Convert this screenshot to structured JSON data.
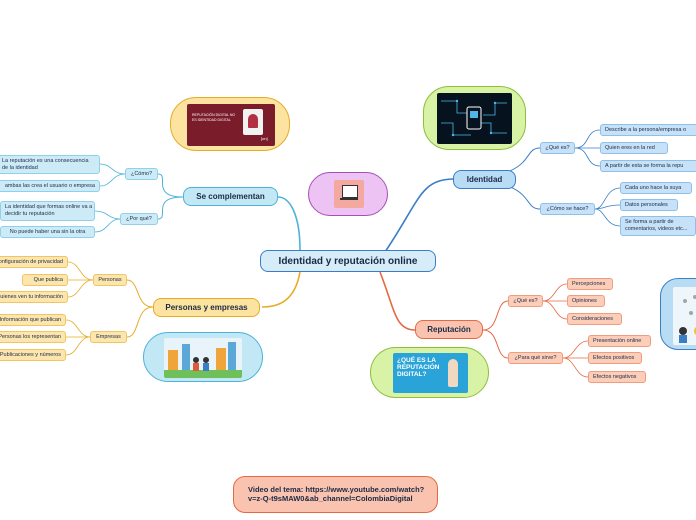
{
  "central": "Identidad y reputación online",
  "identidad": {
    "label": "Identidad",
    "que_es": {
      "label": "¿Qué es?",
      "items": [
        "Describe a la persona/empresa o",
        "Quien eres en la red",
        "A partir de esta se forma la repu"
      ]
    },
    "como": {
      "label": "¿Cómo se hace?",
      "items": [
        "Cada uno hace la suya",
        "Datos personales",
        "Se forma a partir de comentarios, videos etc..."
      ]
    }
  },
  "reputacion": {
    "label": "Reputación",
    "que_es": {
      "label": "¿Qué es?",
      "items": [
        "Percepciones",
        "Opiniones",
        "Consideraciones"
      ]
    },
    "para_que": {
      "label": "¿Para qué sirve?",
      "items": [
        "Presentación online",
        "Efectos positivos",
        "Efectos negativos"
      ]
    }
  },
  "complementan": {
    "label": "Se complementan",
    "como": {
      "label": "¿Cómo?",
      "items": [
        "La reputación es una consecuencia de la identidad",
        "ambas las crea el usuario o empresa"
      ]
    },
    "por_que": {
      "label": "¿Por qué?",
      "items": [
        "La identidad que formas online va a decidir tu reputación",
        "No puede haber una sin la otra"
      ]
    }
  },
  "personas_empresas": {
    "label": "Personas y empresas",
    "personas": {
      "label": "Personas",
      "items": [
        "Configuración de privacidad",
        "Que publica",
        "Quienes ven tu información"
      ]
    },
    "empresas": {
      "label": "Empresas",
      "items": [
        "Información que publican",
        "Personas los representan",
        "Publicaciones y números"
      ]
    }
  },
  "images": {
    "book_caption": "REPUTACIÓN DIGITAL NO ES IDENTIDAD DIGITAL",
    "book_badge": "[on]",
    "reputacion_caption": "¿QUÉ ES LA REPUTACIÓN DIGITAL?"
  },
  "video": "Video del tema: https://www.youtube.com/watch?v=z-Q-t9sMAW0&ab_channel=ColombiaDigital",
  "colors": {
    "blue": "#3a7ec7",
    "cyan": "#4db3d8",
    "yellow": "#e6ac28",
    "orange": "#e46a45"
  }
}
